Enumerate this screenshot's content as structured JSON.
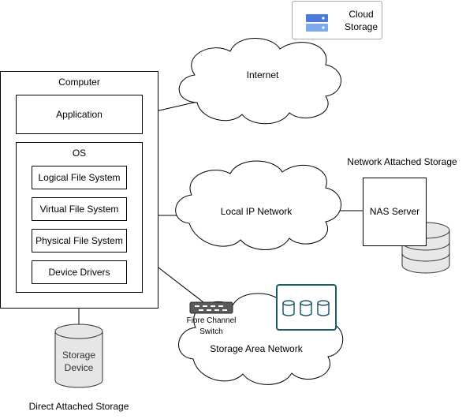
{
  "cloud_storage": {
    "line1": "Cloud",
    "line2": "Storage",
    "icon": "cloud-storage-icon",
    "icon_color": "#4a7bd8"
  },
  "internet": {
    "label": "Internet"
  },
  "computer": {
    "label": "Computer",
    "application": "Application",
    "os": {
      "label": "OS",
      "layers": [
        "Logical File System",
        "Virtual File System",
        "Physical File System",
        "Device Drivers"
      ]
    }
  },
  "local_network": {
    "label": "Local IP Network"
  },
  "nas": {
    "title": "Network Attached Storage",
    "server": "NAS Server",
    "icon": "database-icon",
    "icon_color": "#e8e8e8"
  },
  "san": {
    "switch_line1": "Fibre Channel",
    "switch_line2": "Switch",
    "label": "Storage Area Network",
    "array_icon": "storage-array-icon",
    "array_color": "#1e5a6a"
  },
  "das": {
    "device_line1": "Storage",
    "device_line2": "Device",
    "title": "Direct Attached Storage",
    "device_color": "#e6e6e6"
  }
}
